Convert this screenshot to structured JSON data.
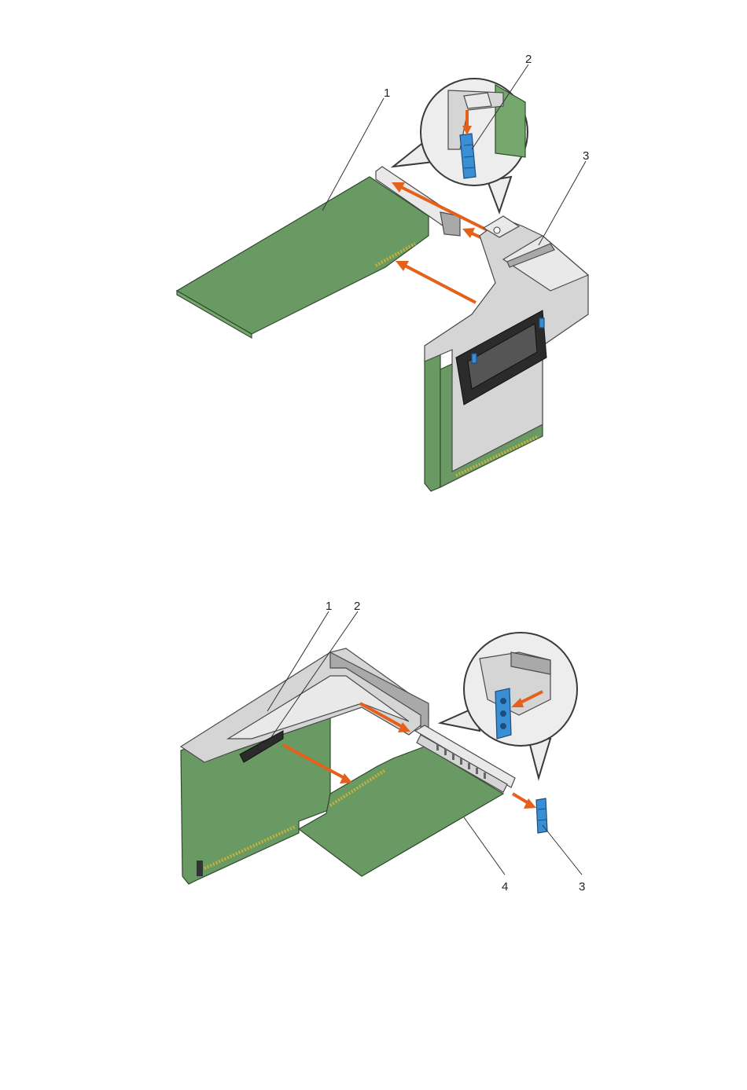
{
  "figure_1": {
    "callouts": [
      "1",
      "2",
      "3"
    ]
  },
  "figure_2": {
    "callouts": [
      "1",
      "2",
      "3",
      "4"
    ]
  },
  "colors": {
    "pcb": "#6a9a63",
    "metal": "#d5d5d5",
    "arrow": "#e5601a",
    "clip": "#3a8fd4"
  }
}
